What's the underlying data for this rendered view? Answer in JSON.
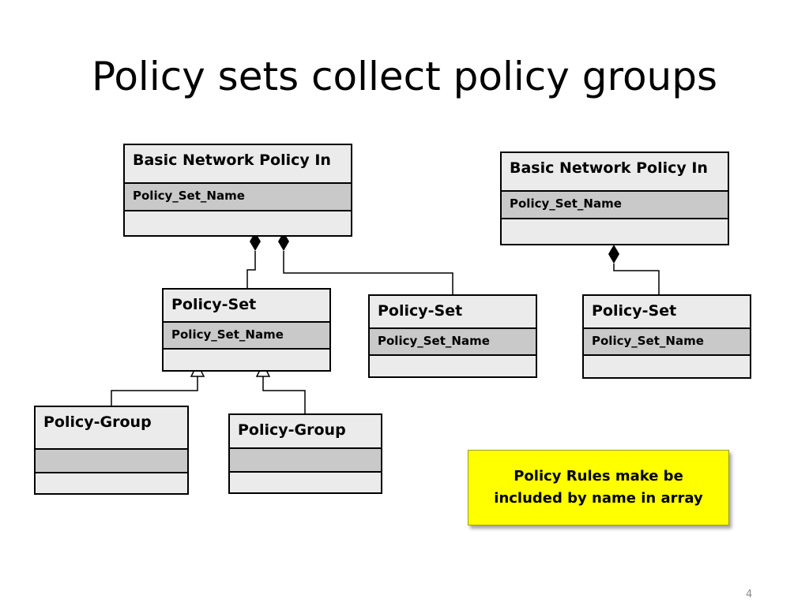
{
  "slide": {
    "title": "Policy sets collect policy groups",
    "page_number": "4"
  },
  "boxes": {
    "bnpi_left": {
      "name": "Basic Network Policy In",
      "attribute": "Policy_Set_Name"
    },
    "bnpi_right": {
      "name": "Basic Network Policy In",
      "attribute": "Policy_Set_Name"
    },
    "policy_set_1": {
      "name": "Policy-Set",
      "attribute": "Policy_Set_Name"
    },
    "policy_set_2": {
      "name": "Policy-Set",
      "attribute": "Policy_Set_Name"
    },
    "policy_set_3": {
      "name": "Policy-Set",
      "attribute": "Policy_Set_Name"
    },
    "policy_group_1": {
      "name": "Policy-Group",
      "attribute": ""
    },
    "policy_group_2": {
      "name": "Policy-Group",
      "attribute": ""
    }
  },
  "note": {
    "text": "Policy Rules make be included by name in array"
  },
  "colors": {
    "box_fill": "#ebebeb",
    "attribute_fill": "#c9c9c9",
    "note_fill": "#ffff00"
  }
}
